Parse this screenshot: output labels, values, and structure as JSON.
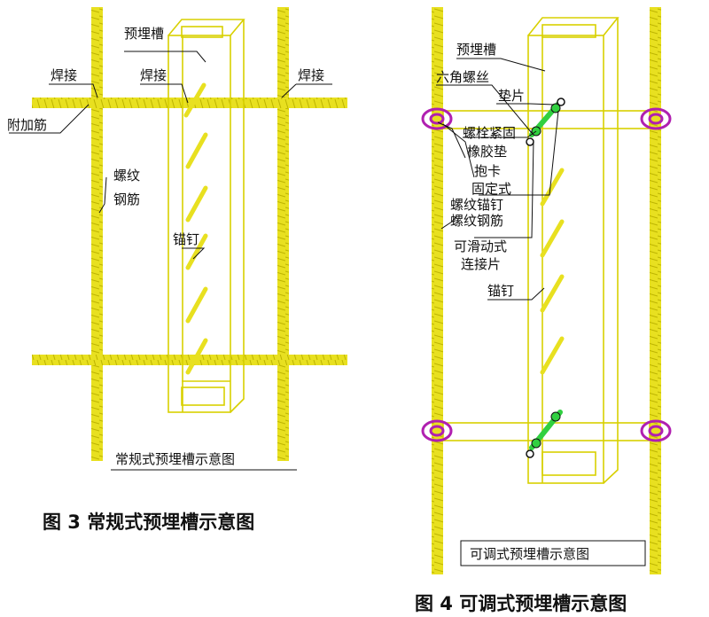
{
  "fig3": {
    "labels": {
      "embedded_channel": "预埋槽",
      "weld_left": "焊接",
      "weld_middle": "焊接",
      "weld_right": "焊接",
      "additional_rebar": "附加筋",
      "threaded_rebar_line1": "螺纹",
      "threaded_rebar_line2": "钢筋",
      "anchor_nail": "锚钉"
    },
    "inner_caption": "常规式预埋槽示意图",
    "figure_caption": "图 3  常规式预埋槽示意图"
  },
  "fig4": {
    "labels": {
      "embedded_channel": "预埋槽",
      "hex_bolt": "六角螺丝",
      "washer": "垫片",
      "bolt_fastening_ring": "螺栓紧固",
      "rubber_pad": "橡胶垫",
      "clamp": "抱卡",
      "fixed_threaded_anchor_line1": "固定式",
      "fixed_threaded_anchor_line2": "螺纹锚钉",
      "threaded_rebar": "螺纹钢筋",
      "sliding_connector_line1": "可滑动式",
      "sliding_connector_line2": "连接片",
      "anchor_nail": "锚钉"
    },
    "inner_caption": "可调式预埋槽示意图",
    "figure_caption": "图 4  可调式预埋槽示意图"
  },
  "colors": {
    "rebar": "#e8e020",
    "clamp": "#b020b0",
    "green_connector": "#30d040",
    "line": "#111111"
  }
}
